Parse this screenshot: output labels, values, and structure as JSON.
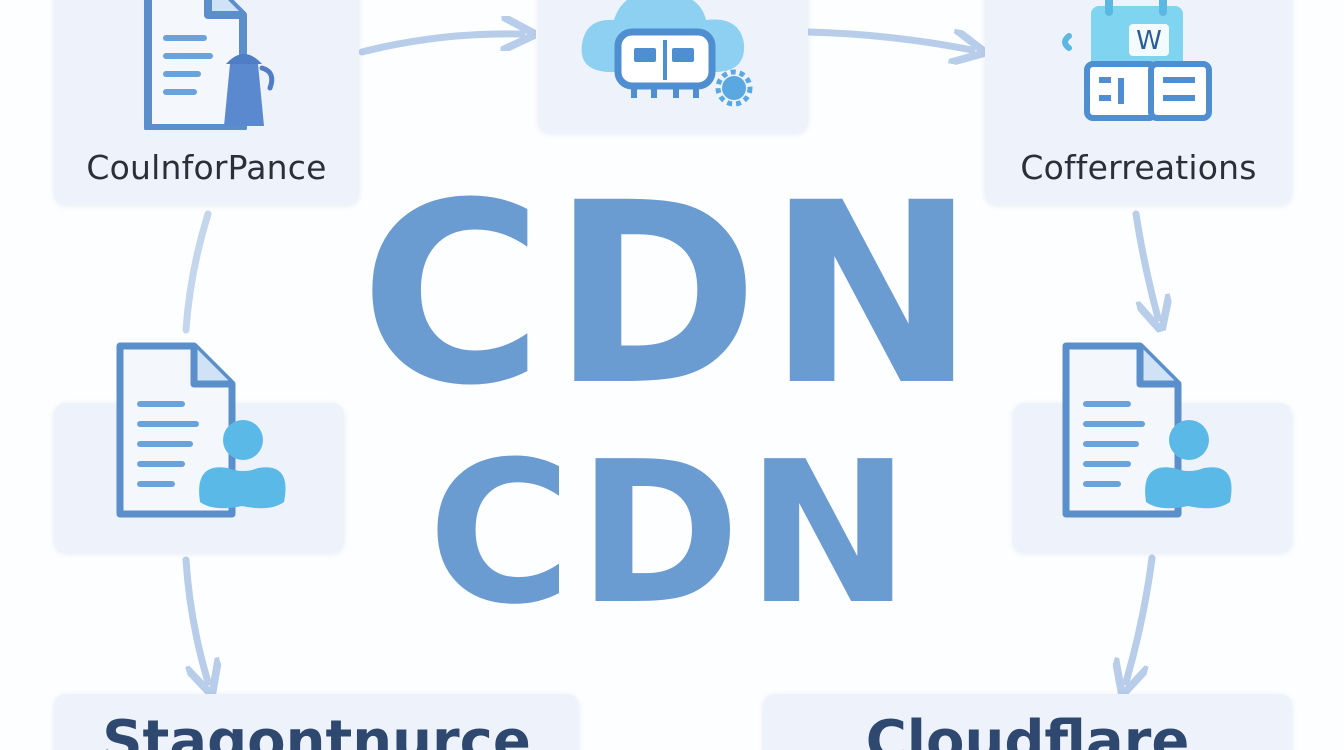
{
  "center": {
    "line1": "CDN",
    "line2": "CDN"
  },
  "nodes": {
    "top_left": {
      "label": "CoulnforPance",
      "icon": "document-bucket-icon"
    },
    "top_center": {
      "icon": "cloud-server-icon"
    },
    "top_right": {
      "label": "Cofferreations",
      "icon": "plugin-w-icon"
    },
    "mid_left": {
      "icon": "document-user-icon"
    },
    "mid_right": {
      "icon": "document-user-icon"
    },
    "bottom_left": {
      "label": "Stagontnurce"
    },
    "bottom_right": {
      "label": "Cloudflare"
    }
  },
  "colors": {
    "primary": "#6a9bd1",
    "accent": "#5bb9e8",
    "card": "#eef3fb",
    "arrow": "#b7cdea",
    "text": "#2a2f3a",
    "bottom_text": "#2f4870"
  }
}
